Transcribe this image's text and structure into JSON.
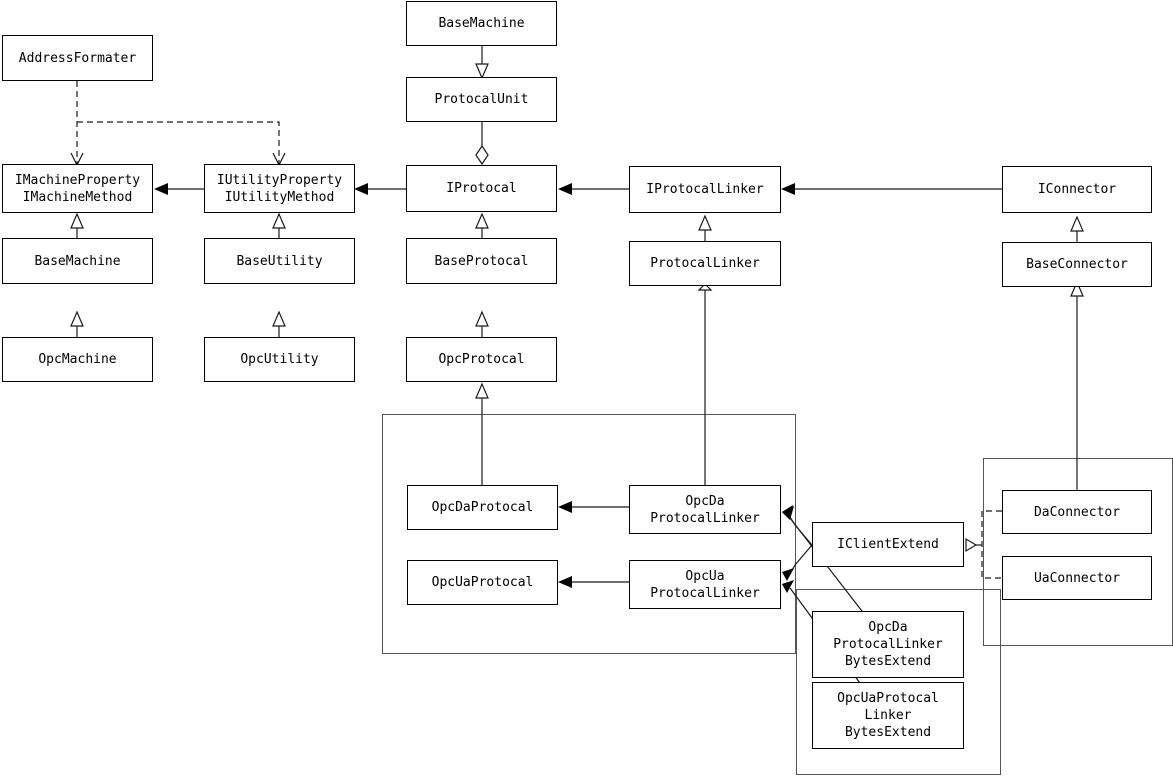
{
  "diagram": {
    "title": "OPC Protocol Class Architecture Diagram",
    "type": "uml-class-diagram",
    "background_color": "#ffffff",
    "line_color": "#1a1a1a",
    "box_border_color": "#000000"
  },
  "nodes": {
    "address_formater": "AddressFormater",
    "base_machine_top": "BaseMachine",
    "protocal_unit": "ProtocalUnit",
    "imachine": "IMachineProperty\nIMachineMethod",
    "iutility": "IUtilityProperty\nIUtilityMethod",
    "iprotocal": "IProtocal",
    "iprotocal_linker": "IProtocalLinker",
    "iconnector": "IConnector",
    "base_machine": "BaseMachine",
    "base_utility": "BaseUtility",
    "base_protocal": "BaseProtocal",
    "protocal_linker": "ProtocalLinker",
    "base_connector": "BaseConnector",
    "opc_machine": "OpcMachine",
    "opc_utility": "OpcUtility",
    "opc_protocal": "OpcProtocal",
    "opc_da_protocal": "OpcDaProtocal",
    "opc_ua_protocal": "OpcUaProtocal",
    "opc_da_protocal_linker": "OpcDa\nProtocalLinker",
    "opc_ua_protocal_linker": "OpcUa\nProtocalLinker",
    "iclient_extend": "IClientExtend",
    "da_connector": "DaConnector",
    "ua_connector": "UaConnector",
    "opc_da_bytes_extend": "OpcDa\nProtocalLinker\nBytesExtend",
    "opc_ua_bytes_extend": "OpcUaProtocal\nLinker\nBytesExtend"
  }
}
